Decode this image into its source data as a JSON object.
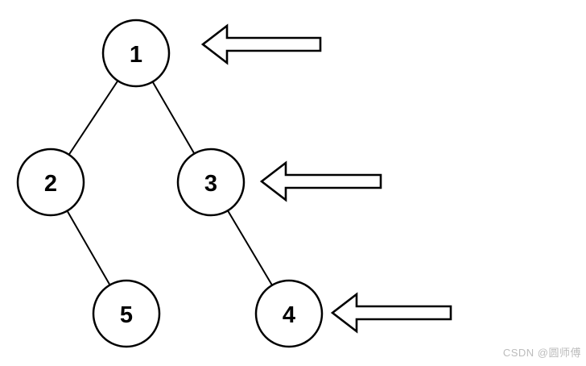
{
  "diagram": {
    "type": "binary-tree",
    "nodes": [
      {
        "id": "1",
        "label": "1"
      },
      {
        "id": "2",
        "label": "2"
      },
      {
        "id": "3",
        "label": "3"
      },
      {
        "id": "5",
        "label": "5"
      },
      {
        "id": "4",
        "label": "4"
      }
    ],
    "edges": [
      {
        "from": "1",
        "to": "2"
      },
      {
        "from": "1",
        "to": "3"
      },
      {
        "from": "2",
        "to": "5"
      },
      {
        "from": "3",
        "to": "4"
      }
    ],
    "arrows": [
      {
        "icon": "left-arrow-icon",
        "points_at": "1"
      },
      {
        "icon": "left-arrow-icon",
        "points_at": "3"
      },
      {
        "icon": "left-arrow-icon",
        "points_at": "4"
      }
    ]
  },
  "watermark": {
    "text": "CSDN @圆师傅",
    "color": "#bcbcbc"
  },
  "colors": {
    "background": "#ffffff",
    "stroke": "#000000",
    "node_fill": "#ffffff"
  }
}
